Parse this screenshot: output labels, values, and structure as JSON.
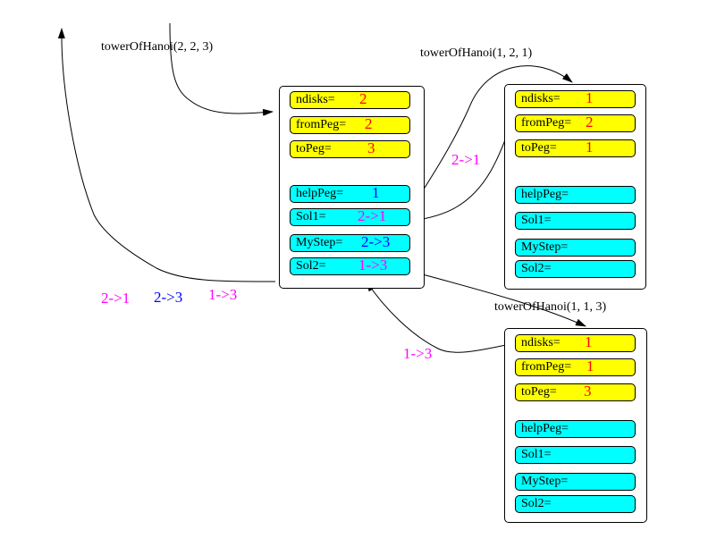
{
  "calls": {
    "c1": "towerOfHanoi(2, 2, 3)",
    "c2": "towerOfHanoi(1, 2, 1)",
    "c3": "towerOfHanoi(1, 1, 3)"
  },
  "frames": {
    "main": {
      "ndisks": {
        "label": "ndisks=",
        "value": "2"
      },
      "fromPeg": {
        "label": "fromPeg=",
        "value": "2"
      },
      "toPeg": {
        "label": "toPeg=",
        "value": "3"
      },
      "helpPeg": {
        "label": "helpPeg=",
        "value": "1"
      },
      "sol1": {
        "label": "Sol1=",
        "value": "2->1"
      },
      "myStep": {
        "label": "MyStep=",
        "value": "2->3"
      },
      "sol2": {
        "label": "Sol2=",
        "value": "1->3"
      }
    },
    "top": {
      "ndisks": {
        "label": "ndisks=",
        "value": "1"
      },
      "fromPeg": {
        "label": "fromPeg=",
        "value": "2"
      },
      "toPeg": {
        "label": "toPeg=",
        "value": "1"
      },
      "helpPeg": {
        "label": "helpPeg=",
        "value": ""
      },
      "sol1": {
        "label": "Sol1=",
        "value": ""
      },
      "myStep": {
        "label": "MyStep=",
        "value": ""
      },
      "sol2": {
        "label": "Sol2=",
        "value": ""
      }
    },
    "bottom": {
      "ndisks": {
        "label": "ndisks=",
        "value": "1"
      },
      "fromPeg": {
        "label": "fromPeg=",
        "value": "1"
      },
      "toPeg": {
        "label": "toPeg=",
        "value": "3"
      },
      "helpPeg": {
        "label": "helpPeg=",
        "value": ""
      },
      "sol1": {
        "label": "Sol1=",
        "value": ""
      },
      "myStep": {
        "label": "MyStep=",
        "value": ""
      },
      "sol2": {
        "label": "Sol2=",
        "value": ""
      }
    }
  },
  "returns": {
    "from_top": "2->1",
    "from_bottom": "1->3"
  },
  "result": [
    "2->1",
    "2->3",
    "1->3"
  ],
  "colors": {
    "param_fill": "#ffff00",
    "local_fill": "#00ffff",
    "param_value": "#ff0000",
    "help_value": "#0000ff",
    "result_value": "#ff00ff"
  }
}
